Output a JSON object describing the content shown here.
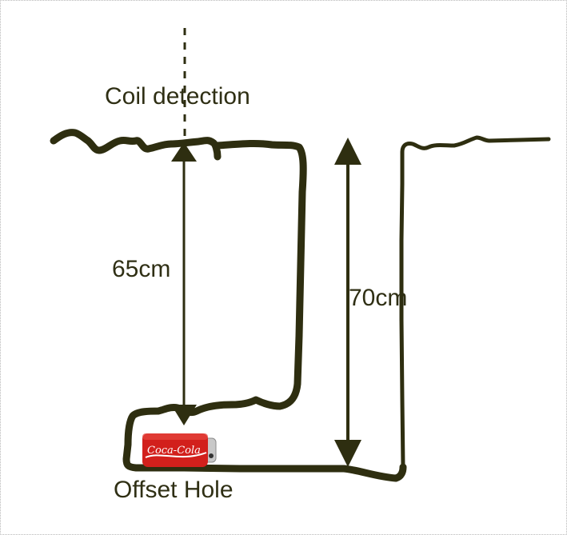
{
  "labels": {
    "coil_detection": "Coil detection",
    "depth_65": "65cm",
    "depth_70": "70cm",
    "offset_hole": "Offset Hole"
  },
  "can": {
    "brand_text": "Coca-Cola"
  },
  "colors": {
    "ground_line": "#2e2e10",
    "label_text": "#2f2f14",
    "can_red": "#d2201c",
    "can_silver": "#c8c8c8",
    "border": "#b8b8b8"
  }
}
